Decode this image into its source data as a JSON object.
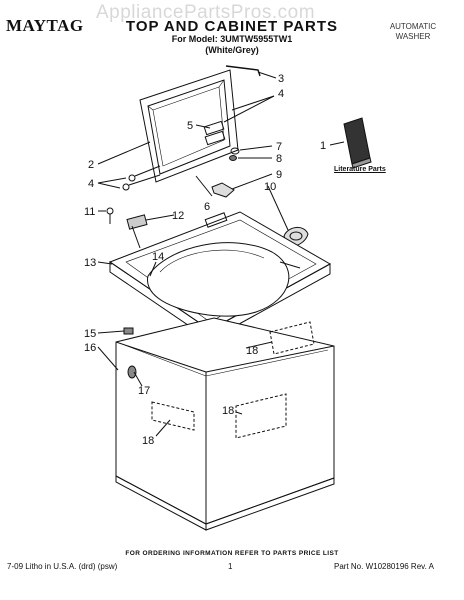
{
  "header": {
    "brand": "MAYTAG",
    "watermark": "AppliancePartsPros.com",
    "title": "TOP AND CABINET PARTS",
    "model_line": "For Model: 3UMTW5955TW1",
    "color_line": "(White/Grey)",
    "product_type_line1": "AUTOMATIC",
    "product_type_line2": "WASHER"
  },
  "literature_label": "Literature Parts",
  "callouts": [
    "1",
    "2",
    "3",
    "4",
    "4",
    "5",
    "6",
    "7",
    "8",
    "9",
    "10",
    "11",
    "12",
    "13",
    "14",
    "15",
    "16",
    "17",
    "18",
    "18",
    "18"
  ],
  "footer": {
    "ordering_note": "FOR ORDERING INFORMATION REFER TO PARTS PRICE LIST",
    "print_info": "7-09 Litho in U.S.A. (drd) (psw)",
    "page_number": "1",
    "part_number": "Part No. W10280196 Rev. A"
  }
}
